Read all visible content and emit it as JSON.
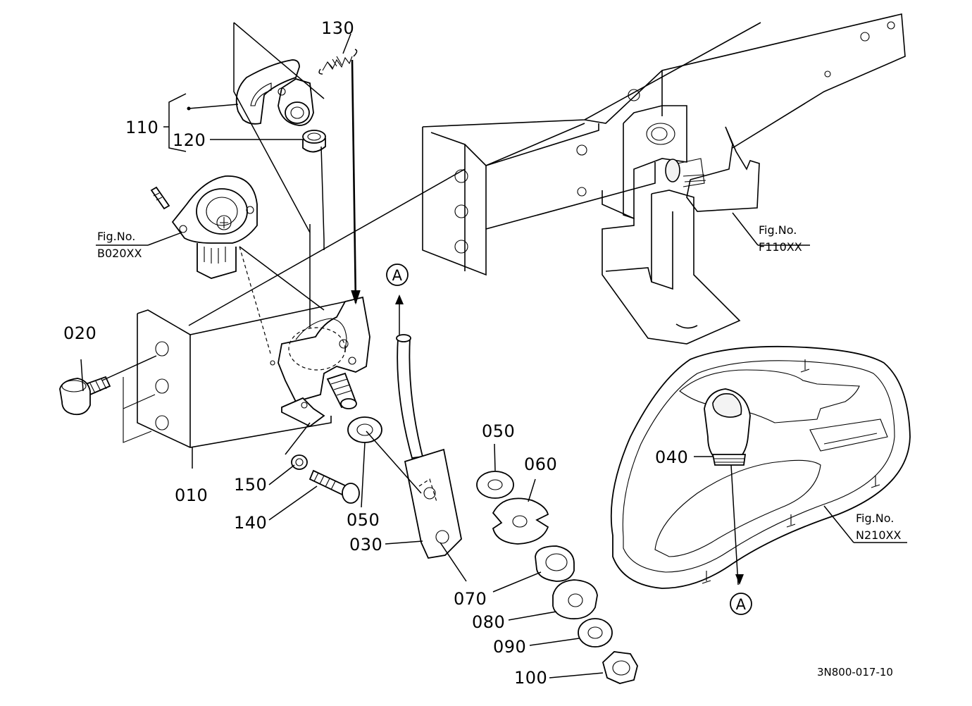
{
  "callouts": {
    "c010": "010",
    "c020": "020",
    "c030": "030",
    "c040": "040",
    "c050a": "050",
    "c050b": "050",
    "c060": "060",
    "c070": "070",
    "c080": "080",
    "c090": "090",
    "c100": "100",
    "c110": "110",
    "c120": "120",
    "c130": "130",
    "c140": "140",
    "c150": "150"
  },
  "figrefs": {
    "b020": {
      "line1": "Fig.No.",
      "line2": "B020XX"
    },
    "f110": {
      "line1": "Fig.No.",
      "line2": "F110XX"
    },
    "n210": {
      "line1": "Fig.No.",
      "line2": "N210XX"
    }
  },
  "markers": {
    "upper": "A",
    "lower": "A"
  },
  "drawing_number": "3N800-017-10"
}
